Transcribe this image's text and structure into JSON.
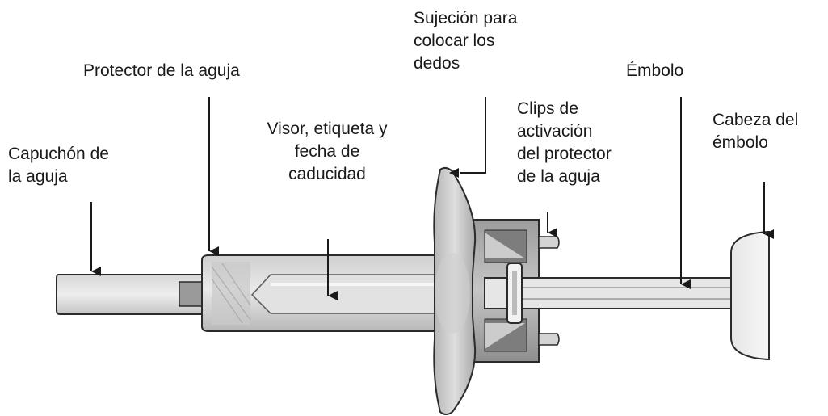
{
  "labels": {
    "needle_cap": "Capuchón de\nla aguja",
    "needle_guard": "Protector de la aguja",
    "viewing_window": "Visor, etiqueta y\nfecha de\ncaducidad",
    "finger_grip": "Sujeción para\ncolocar los\ndedos",
    "guard_activation_clips": "Clips de\nactivación\ndel protector\nde la aguja",
    "plunger": "Émbolo",
    "plunger_head": "Cabeza del\némbolo"
  },
  "colors": {
    "outline": "#2b2b2b",
    "body_light": "#d9d9d9",
    "body_mid": "#bdbdbd",
    "body_dark": "#8f8f8f",
    "text": "#1a1a1a"
  }
}
